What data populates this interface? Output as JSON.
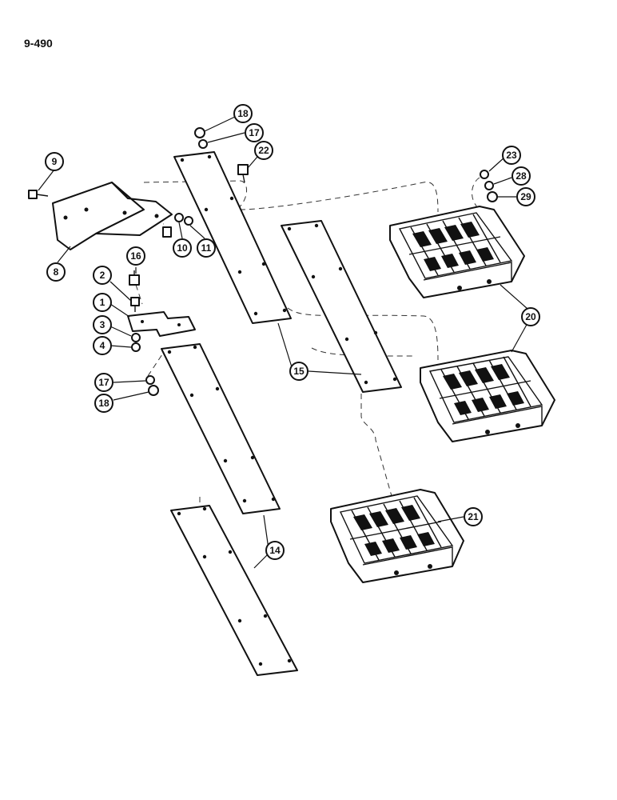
{
  "page": {
    "number": "9-490"
  },
  "callouts": [
    {
      "id": "c9",
      "label": "9"
    },
    {
      "id": "c8",
      "label": "8"
    },
    {
      "id": "c16",
      "label": "16"
    },
    {
      "id": "c10",
      "label": "10"
    },
    {
      "id": "c11",
      "label": "11"
    },
    {
      "id": "c18a",
      "label": "18"
    },
    {
      "id": "c17a",
      "label": "17"
    },
    {
      "id": "c22",
      "label": "22"
    },
    {
      "id": "c2",
      "label": "2"
    },
    {
      "id": "c1",
      "label": "1"
    },
    {
      "id": "c3",
      "label": "3"
    },
    {
      "id": "c4",
      "label": "4"
    },
    {
      "id": "c17b",
      "label": "17"
    },
    {
      "id": "c18b",
      "label": "18"
    },
    {
      "id": "c15",
      "label": "15"
    },
    {
      "id": "c14",
      "label": "14"
    },
    {
      "id": "c23",
      "label": "23"
    },
    {
      "id": "c28",
      "label": "28"
    },
    {
      "id": "c29",
      "label": "29"
    },
    {
      "id": "c20",
      "label": "20"
    },
    {
      "id": "c21",
      "label": "21"
    }
  ]
}
